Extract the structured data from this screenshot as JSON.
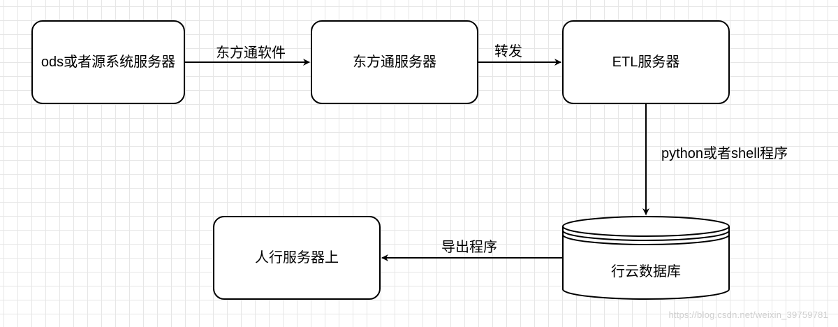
{
  "nodes": {
    "source": "ods或者源系统服务器",
    "dft_server": "东方通服务器",
    "etl_server": "ETL服务器",
    "cloud_db": "行云数据库",
    "pboc_server": "人行服务器上"
  },
  "edges": {
    "source_to_dft": "东方通软件",
    "dft_to_etl": "转发",
    "etl_to_db": "python或者shell程序",
    "db_to_pboc": "导出程序"
  },
  "watermark": "https://blog.csdn.net/weixin_39759781",
  "colors": {
    "stroke": "#000000",
    "node_fill": "#ffffff",
    "grid": "#e6e6e6"
  }
}
